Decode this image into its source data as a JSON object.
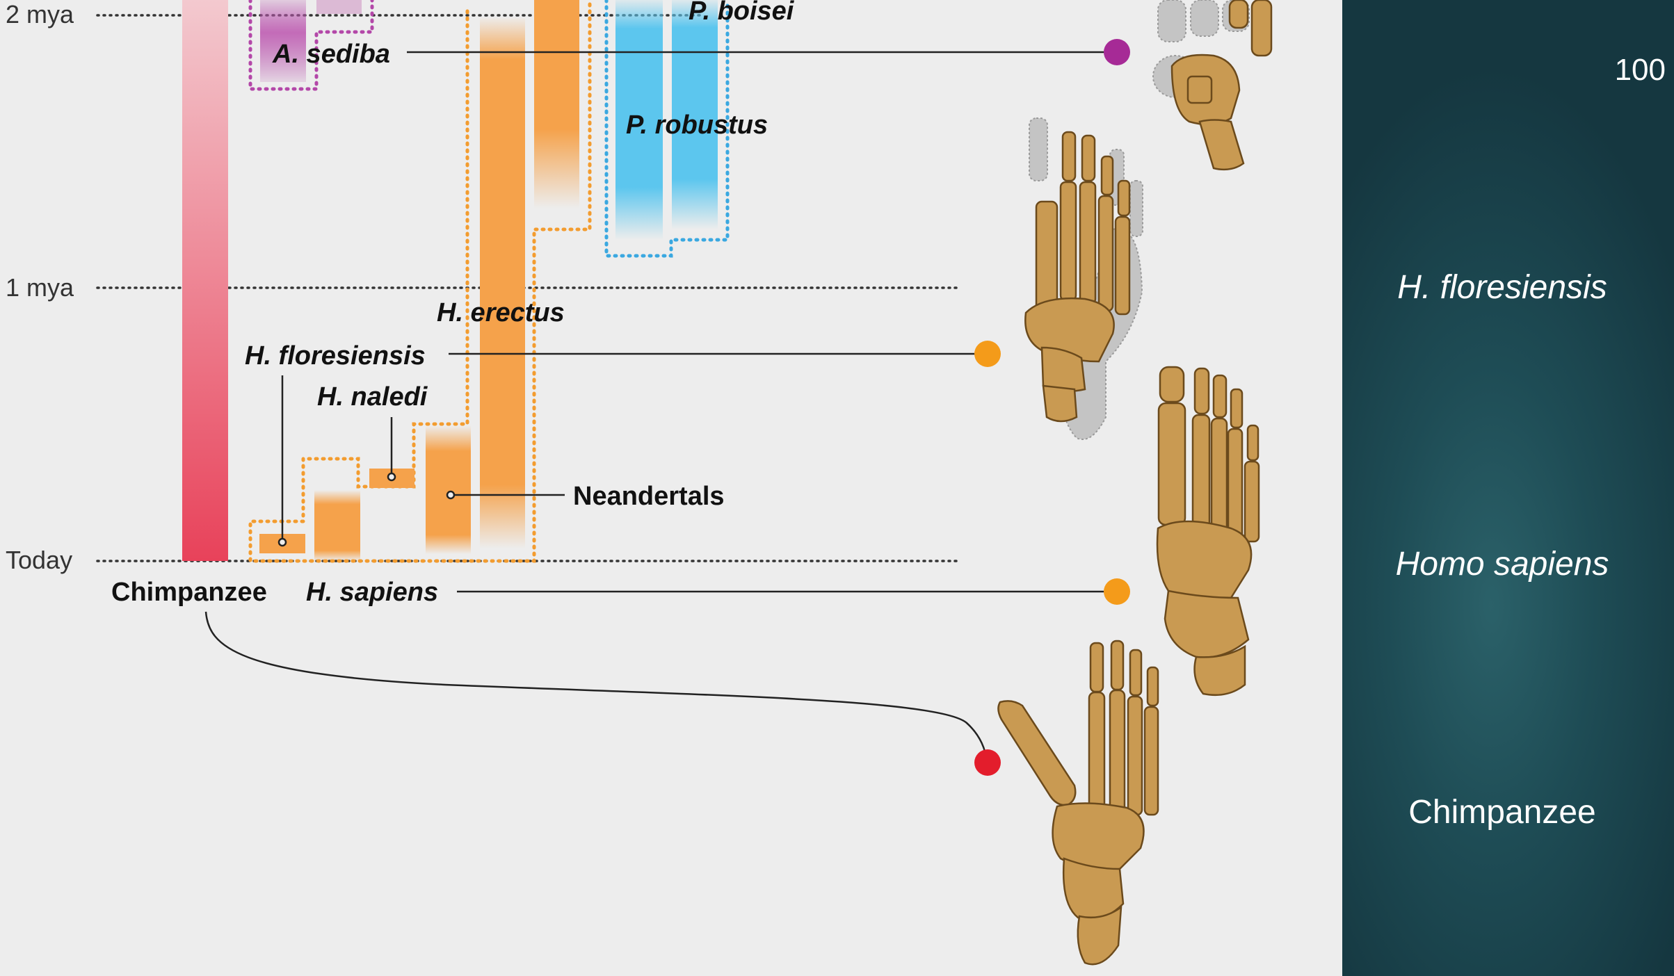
{
  "slide": {
    "number": "100"
  },
  "timeline": {
    "ticks": [
      "2 mya",
      "1 mya",
      "Today"
    ]
  },
  "species": {
    "sediba": "A. sediba",
    "boisei": "P. boisei",
    "robustus": "P. robustus",
    "erectus": "H. erectus",
    "floresiensis": "H. floresiensis",
    "naledi": "H. naledi",
    "neandertals": "Neandertals",
    "sapiens": "H. sapiens",
    "chimpanzee": "Chimpanzee"
  },
  "side_labels": {
    "floresiensis": "H. floresiensis",
    "sapiens": "Homo sapiens",
    "chimpanzee": "Chimpanzee"
  },
  "colors": {
    "chimp": "#e8425a",
    "homo": "#f5a24b",
    "paranthropus": "#5cc6ee",
    "sediba": "#b347a8",
    "chimp_dot": "#e31d2c",
    "homo_dot": "#f49b1a",
    "sediba_dot": "#a62a96",
    "bone": "#c99a52",
    "bone_outline": "#6b4a1c",
    "missing_bone": "#c4c4c4"
  },
  "icons": {
    "foot_top": "foot-skeleton-icon",
    "foot_floresiensis": "foot-skeleton-icon",
    "foot_sapiens": "foot-skeleton-icon",
    "foot_chimp": "foot-skeleton-icon"
  }
}
